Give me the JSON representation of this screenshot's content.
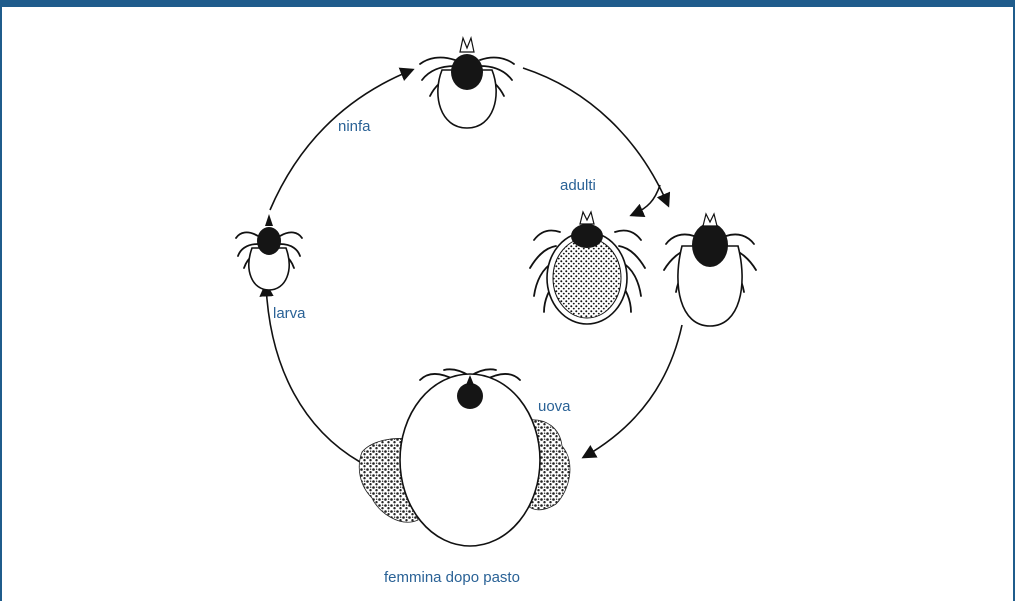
{
  "labels": {
    "ninfa": "ninfa",
    "adulti": "adulti",
    "larva": "larva",
    "uova": "uova",
    "femmina": "femmina dopo pasto"
  },
  "colors": {
    "frame": "#1f5c8c",
    "label": "#2a6296",
    "ink": "#111111"
  }
}
